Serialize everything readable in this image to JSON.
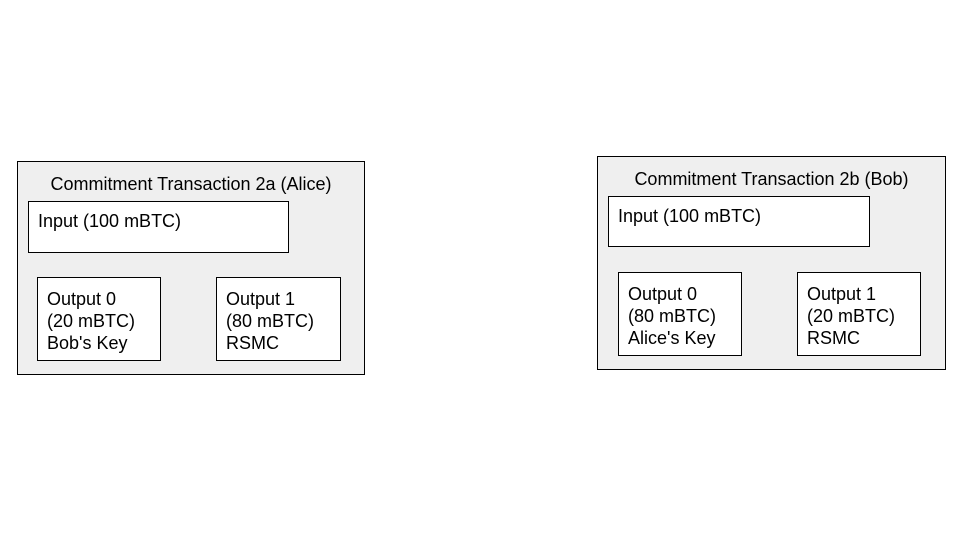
{
  "transactions": [
    {
      "title": "Commitment Transaction 2a (Alice)",
      "input": "Input (100 mBTC)",
      "outputs": [
        {
          "name": "Output 0",
          "amount": "(20 mBTC)",
          "spend": "Bob's Key"
        },
        {
          "name": "Output 1",
          "amount": "(80 mBTC)",
          "spend": "RSMC"
        }
      ]
    },
    {
      "title": "Commitment Transaction 2b (Bob)",
      "input": "Input (100 mBTC)",
      "outputs": [
        {
          "name": "Output 0",
          "amount": "(80 mBTC)",
          "spend": "Alice's Key"
        },
        {
          "name": "Output 1",
          "amount": "(20 mBTC)",
          "spend": "RSMC"
        }
      ]
    }
  ],
  "colors": {
    "container_fill": "#efefef",
    "box_fill": "#ffffff",
    "border": "#000000"
  }
}
